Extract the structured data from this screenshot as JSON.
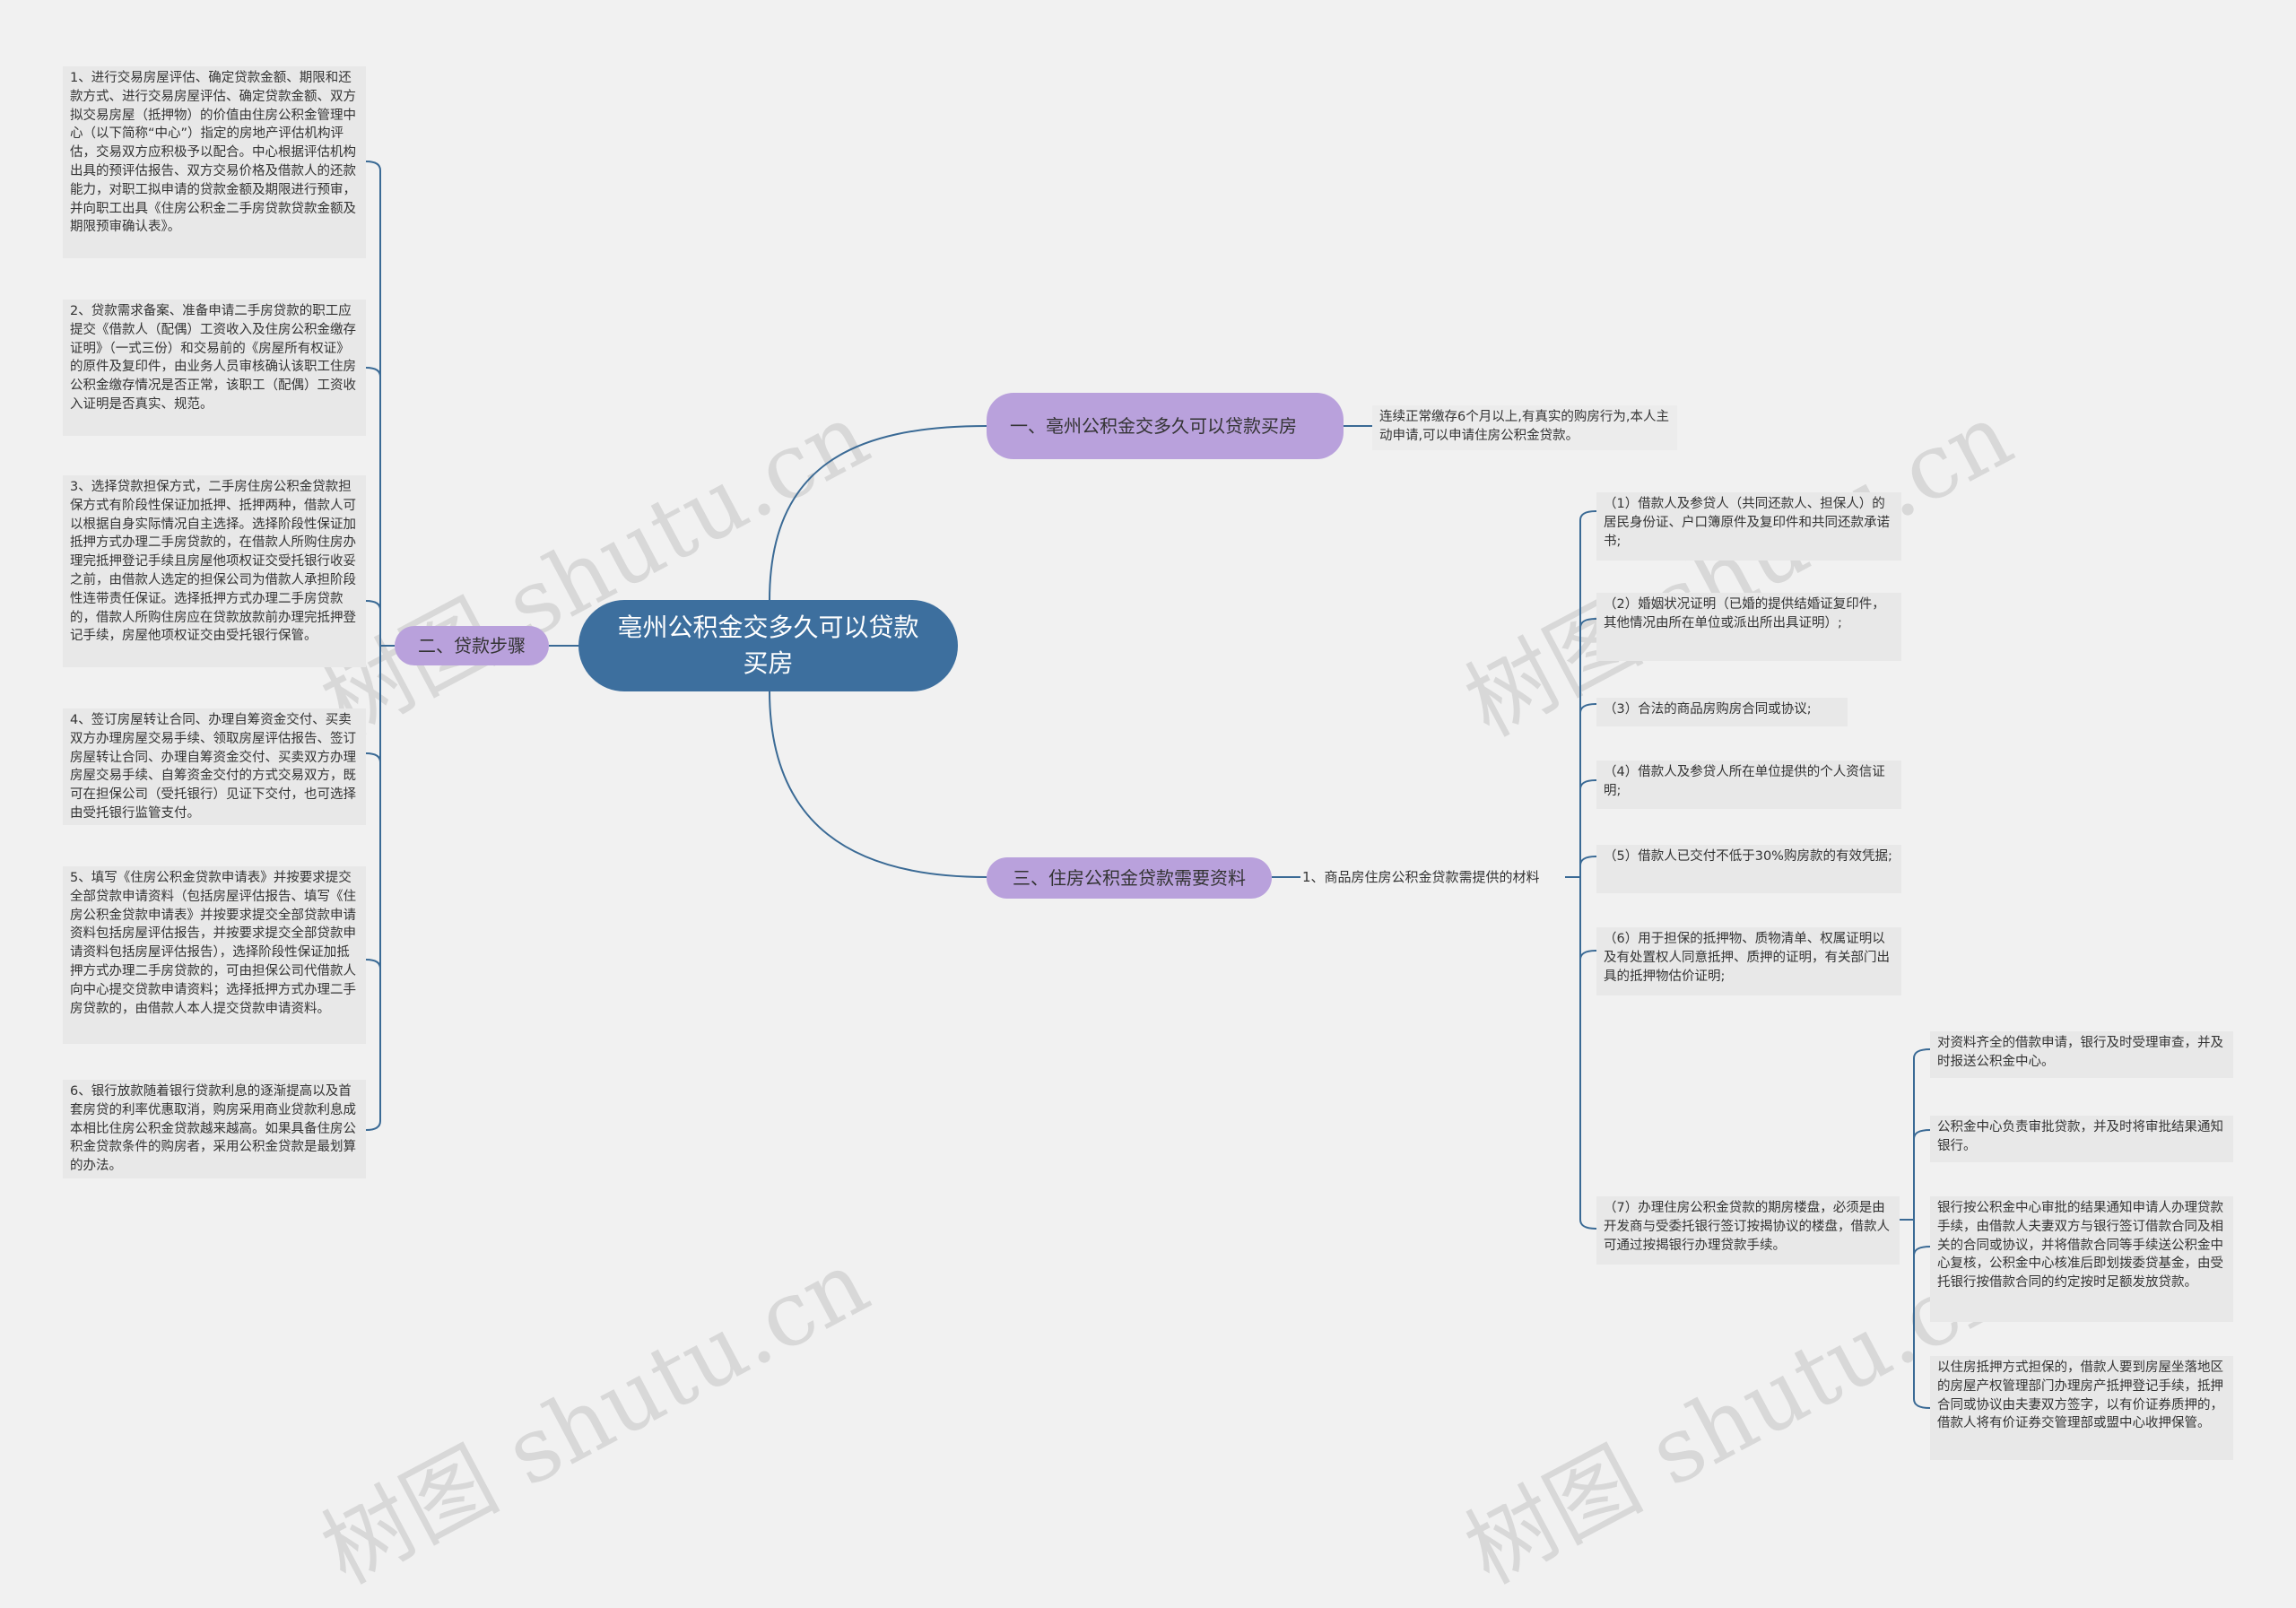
{
  "root": "亳州公积金交多久可以贷款买房",
  "branches": {
    "b1": "一、亳州公积金交多久可以贷款买房",
    "b2": "二、贷款步骤",
    "b3": "三、住房公积金贷款需要资料"
  },
  "b1_leaf": "连续正常缴存6个月以上,有真实的购房行为,本人主动申请,可以申请住房公积金贷款。",
  "b2_leaves": [
    "1、进行交易房屋评估、确定贷款金额、期限和还款方式、进行交易房屋评估、确定贷款金额、双方拟交易房屋（抵押物）的价值由住房公积金管理中心（以下简称“中心”）指定的房地产评估机构评估，交易双方应积极予以配合。中心根据评估机构出具的预评估报告、双方交易价格及借款人的还款能力，对职工拟申请的贷款金额及期限进行预审，并向职工出具《住房公积金二手房贷款贷款金额及期限预审确认表》。",
    "2、贷款需求备案、准备申请二手房贷款的职工应提交《借款人（配偶）工资收入及住房公积金缴存证明》（一式三份）和交易前的《房屋所有权证》的原件及复印件，由业务人员审核确认该职工住房公积金缴存情况是否正常，该职工（配偶）工资收入证明是否真实、规范。",
    "3、选择贷款担保方式，二手房住房公积金贷款担保方式有阶段性保证加抵押、抵押两种，借款人可以根据自身实际情况自主选择。选择阶段性保证加抵押方式办理二手房贷款的，在借款人所购住房办理完抵押登记手续且房屋他项权证交受托银行收妥之前，由借款人选定的担保公司为借款人承担阶段性连带责任保证。选择抵押方式办理二手房贷款的，借款人所购住房应在贷款放款前办理完抵押登记手续，房屋他项权证交由受托银行保管。",
    "4、签订房屋转让合同、办理自筹资金交付、买卖双方办理房屋交易手续、领取房屋评估报告、签订房屋转让合同、办理自筹资金交付、买卖双方办理房屋交易手续、自筹资金交付的方式交易双方，既可在担保公司（受托银行）见证下交付，也可选择由受托银行监管支付。",
    "5、填写《住房公积金贷款申请表》并按要求提交全部贷款申请资料（包括房屋评估报告、填写《住房公积金贷款申请表》并按要求提交全部贷款申请资料包括房屋评估报告，并按要求提交全部贷款申请资料包括房屋评估报告），选择阶段性保证加抵押方式办理二手房贷款的，可由担保公司代借款人向中心提交贷款申请资料；选择抵押方式办理二手房贷款的，由借款人本人提交贷款申请资料。",
    "6、银行放款随着银行贷款利息的逐渐提高以及首套房贷的利率优惠取消，购房采用商业贷款利息成本相比住房公积金贷款越来越高。如果具备住房公积金贷款条件的购房者，采用公积金贷款是最划算的办法。"
  ],
  "b3_sub": "1、商品房住房公积金贷款需提供的材料",
  "b3_items": [
    "（1）借款人及参贷人（共同还款人、担保人）的居民身份证、户口簿原件及复印件和共同还款承诺书;",
    "（2）婚姻状况证明（已婚的提供结婚证复印件，其他情况由所在单位或派出所出具证明）;",
    "（3）合法的商品房购房合同或协议;",
    "（4）借款人及参贷人所在单位提供的个人资信证明;",
    "（5）借款人已交付不低于30%购房款的有效凭据;",
    "（6）用于担保的抵押物、质物清单、权属证明以及有处置权人同意抵押、质押的证明，有关部门出具的抵押物估价证明;",
    "（7）办理住房公积金贷款的期房楼盘，必须是由开发商与受委托银行签订按揭协议的楼盘，借款人可通过按揭银行办理贷款手续。"
  ],
  "b3_item7_children": [
    "对资料齐全的借款申请，银行及时受理审查，并及时报送公积金中心。",
    "公积金中心负责审批贷款，并及时将审批结果通知银行。",
    "银行按公积金中心审批的结果通知申请人办理贷款手续，由借款人夫妻双方与银行签订借款合同及相关的合同或协议，并将借款合同等手续送公积金中心复核，公积金中心核准后即划拨委贷基金，由受托银行按借款合同的约定按时足额发放贷款。",
    "以住房抵押方式担保的，借款人要到房屋坐落地区的房屋产权管理部门办理房产抵押登记手续，抵押合同或协议由夫妻双方签字，以有价证券质押的，借款人将有价证券交管理部或盟中心收押保管。"
  ],
  "watermark": "树图 shutu.cn",
  "colors": {
    "root": "#3d6f9e",
    "branch": "#b9a1dc",
    "line": "#3a6a95",
    "leaf_bg": "#e8e8e8",
    "bg": "#f1f1f1"
  }
}
